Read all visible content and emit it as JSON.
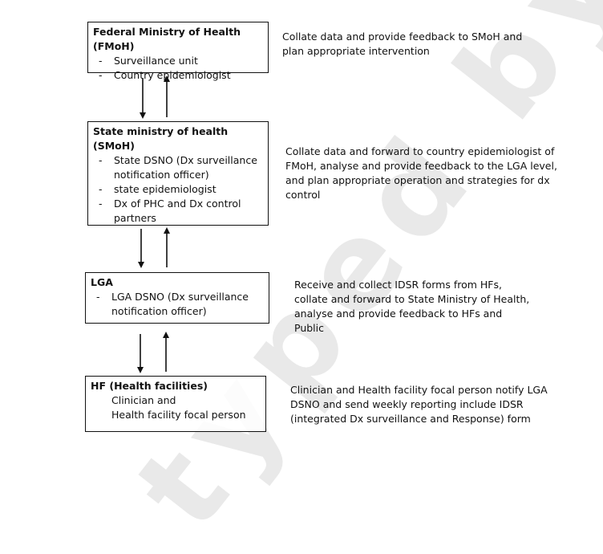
{
  "watermark": "typed by Dr",
  "levels": [
    {
      "title": "Federal Ministry of Health (FMoH)",
      "items": [
        "Surveillance unit",
        "Country epidemiologist"
      ],
      "description": "Collate data and provide feedback to SMoH and plan appropriate intervention"
    },
    {
      "title": "State ministry of health (SMoH)",
      "items": [
        "State DSNO (Dx surveillance notification officer)",
        "state epidemiologist",
        "Dx of PHC and Dx control partners"
      ],
      "description": "Collate data and forward to country epidemiologist of FMoH, analyse and provide feedback to the LGA level, and plan appropriate operation and strategies for dx control"
    },
    {
      "title": "LGA",
      "items": [
        "LGA DSNO (Dx surveillance notification officer)"
      ],
      "description": "Receive and collect IDSR forms from HFs, collate and forward to State Ministry of Health, analyse and provide feedback to HFs and Public"
    },
    {
      "title": "HF (Health facilities)",
      "plain_lines": [
        "Clinician and",
        "Health facility focal person"
      ],
      "description": "Clinician and Health facility focal person notify LGA DSNO and send weekly reporting include IDSR (integrated Dx surveillance and Response) form"
    }
  ]
}
